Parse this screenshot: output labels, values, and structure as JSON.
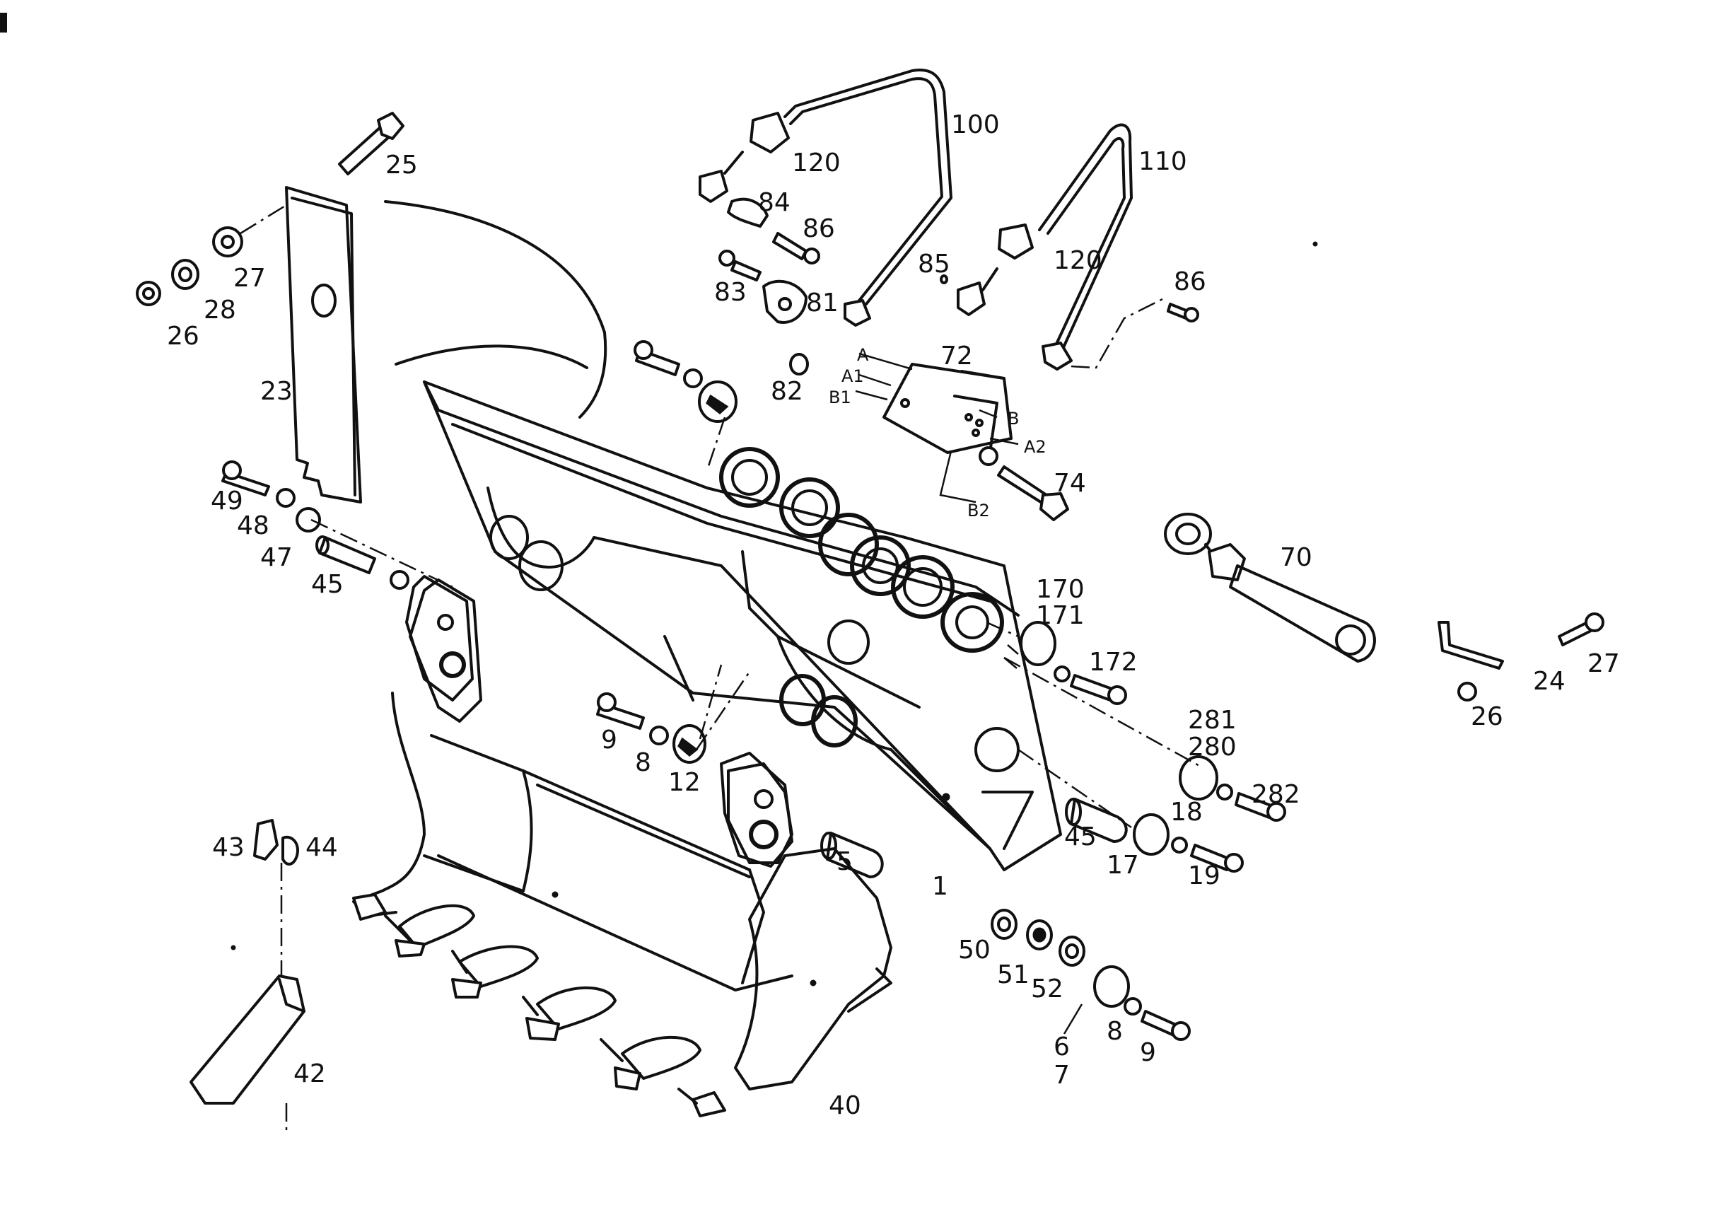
{
  "labels": {
    "l1": "1",
    "l5": "5",
    "l6": "6",
    "l7": "7",
    "l8a": "8",
    "l8b": "8",
    "l9a": "9",
    "l9b": "9",
    "l12": "12",
    "l17": "17",
    "l18": "18",
    "l19": "19",
    "l23": "23",
    "l24": "24",
    "l25": "25",
    "l26a": "26",
    "l26b": "26",
    "l27a": "27",
    "l27b": "27",
    "l28": "28",
    "l40": "40",
    "l42": "42",
    "l43": "43",
    "l44": "44",
    "l45a": "45",
    "l45b": "45",
    "l47": "47",
    "l48": "48",
    "l49": "49",
    "l50": "50",
    "l51": "51",
    "l52": "52",
    "l70": "70",
    "l72": "72",
    "l74": "74",
    "l81": "81",
    "l82": "82",
    "l83": "83",
    "l84": "84",
    "l85": "85",
    "l86a": "86",
    "l86b": "86",
    "l100": "100",
    "l110": "110",
    "l120a": "120",
    "l120b": "120",
    "l170": "170",
    "l171": "171",
    "l172": "172",
    "l280": "280",
    "l281": "281",
    "l282": "282"
  },
  "ports": {
    "a": "A",
    "a1": "A1",
    "b1": "B1",
    "b": "B",
    "a2": "A2",
    "b2": "B2"
  }
}
